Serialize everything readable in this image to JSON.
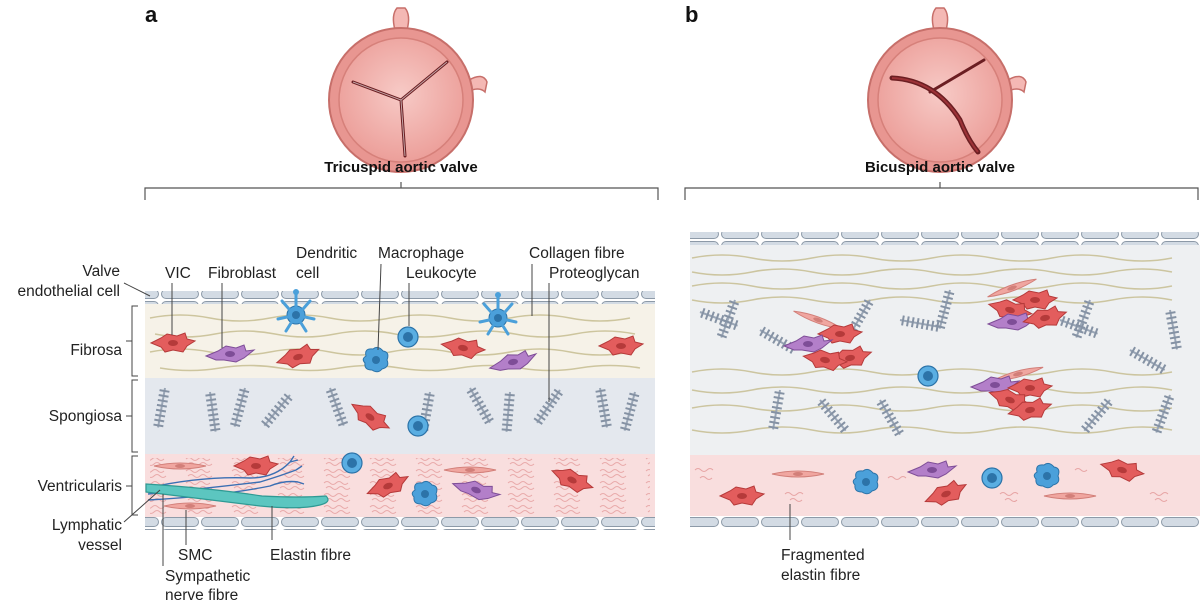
{
  "panel_a": {
    "letter": "a",
    "valve_title": "Tricuspid aortic valve",
    "layers": {
      "endothelial_1": "Valve",
      "endothelial_2": "endothelial cell",
      "fibrosa": "Fibrosa",
      "spongiosa": "Spongiosa",
      "ventricularis": "Ventricularis",
      "lymphatic_1": "Lymphatic",
      "lymphatic_2": "vessel"
    },
    "top_labels": {
      "vic": "VIC",
      "fibroblast": "Fibroblast",
      "dendritic_1": "Dendritic",
      "dendritic_2": "cell",
      "macrophage": "Macrophage",
      "leukocyte": "Leukocyte",
      "collagen": "Collagen fibre",
      "proteoglycan": "Proteoglycan"
    },
    "bottom_labels": {
      "smc": "SMC",
      "elastin": "Elastin fibre",
      "sympathetic_1": "Sympathetic",
      "sympathetic_2": "nerve fibre"
    }
  },
  "panel_b": {
    "letter": "b",
    "valve_title": "Bicuspid aortic valve",
    "bottom_labels": {
      "fragmented_1": "Fragmented",
      "fragmented_2": "elastin fibre"
    }
  },
  "colors": {
    "valve_pink": "#f4b8b4",
    "valve_rim": "#e89691",
    "endothelium": "#c9d3dd",
    "fibrosa_bg": "#f6f2e8",
    "spongiosa_bg": "#e4e8ee",
    "ventricularis_bg": "#f9dede",
    "vic_red": "#e05a5a",
    "fibroblast_purple": "#b07cc6",
    "immune_blue": "#4a9fd8"
  }
}
